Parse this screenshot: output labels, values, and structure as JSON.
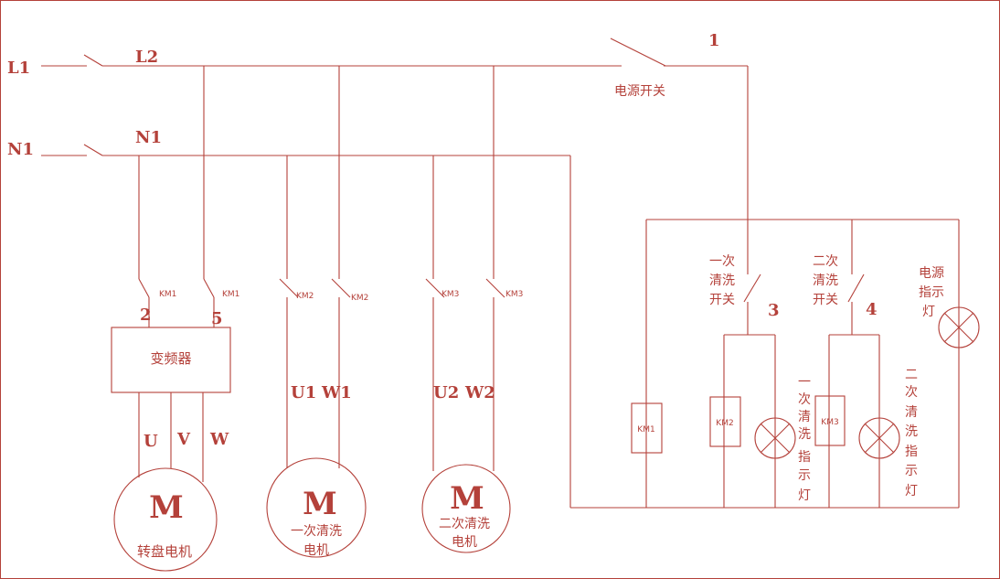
{
  "lines": {
    "l1": "L1",
    "l2": "L2",
    "n1_left": "N1",
    "n1_bus": "N1"
  },
  "power_switch": {
    "node": "1",
    "label": "电源开关"
  },
  "contacts": [
    "KM1",
    "KM1",
    "KM2",
    "KM2",
    "KM3",
    "KM3"
  ],
  "vfd": {
    "label": "变频器",
    "in_left": "2",
    "in_right": "5"
  },
  "vfd_outputs": [
    "U",
    "V",
    "W"
  ],
  "terminals": [
    "U1",
    "W1",
    "U2",
    "W2"
  ],
  "motors": [
    {
      "symbol": "M",
      "line1": "转盘电机",
      "line2": ""
    },
    {
      "symbol": "M",
      "line1": "一次清洗",
      "line2": "电机"
    },
    {
      "symbol": "M",
      "line1": "二次清洗",
      "line2": "电机"
    }
  ],
  "control": {
    "coils": [
      "KM1",
      "KM2",
      "KM3"
    ],
    "switch1": {
      "lines": [
        "一次",
        "清洗",
        "开关"
      ],
      "node": "3"
    },
    "switch2": {
      "lines": [
        "二次",
        "清洗",
        "开关"
      ],
      "node": "4"
    },
    "power_lamp": [
      "电源",
      "指示",
      "灯"
    ],
    "lamp1": [
      "一",
      "次",
      "清",
      "洗",
      "指",
      "示",
      "灯"
    ],
    "lamp2": [
      "二",
      "次",
      "清",
      "洗",
      "指",
      "示",
      "灯"
    ]
  },
  "colors": {
    "wire": "#b4413a",
    "background": "#ffffff"
  }
}
